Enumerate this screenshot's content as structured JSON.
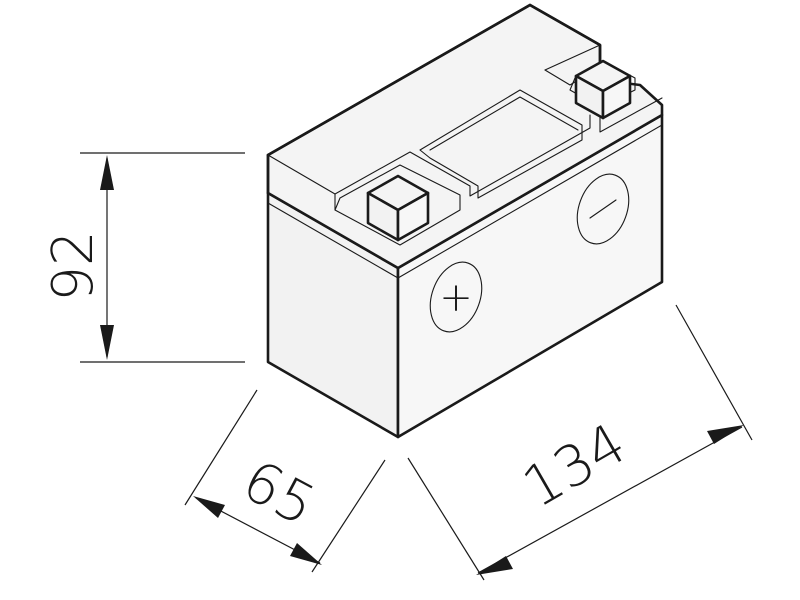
{
  "dimensions": {
    "height": "92",
    "depth": "65",
    "length": "134"
  },
  "terminals": {
    "positive": "+",
    "negative": "−"
  },
  "colors": {
    "line": "#1a1a1a",
    "background": "#ffffff"
  }
}
